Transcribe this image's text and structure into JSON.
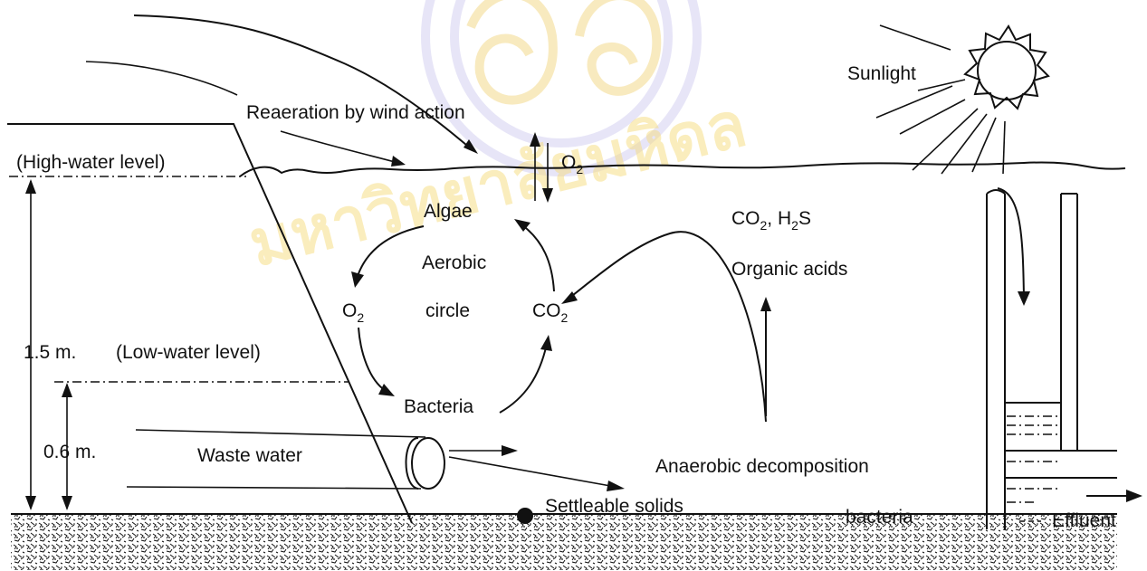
{
  "labels": {
    "reaeration": "Reaeration by wind action",
    "high_water": "(High-water level)",
    "low_water": "(Low-water level)",
    "depth_high": "1.5 m.",
    "depth_low": "0.6 m.",
    "o2_top": "O",
    "o2_top_sub": "2",
    "algae": "Algae",
    "aerobic": "Aerobic",
    "circle": "circle",
    "o2_left": "O",
    "o2_left_sub": "2",
    "co2_mid": "CO",
    "co2_mid_sub": "2",
    "bacteria": "Bacteria",
    "co2_h2s_part1": "CO",
    "co2_h2s_sub1": "2",
    "co2_h2s_part2": ", H",
    "co2_h2s_sub2": "2",
    "co2_h2s_part3": "S",
    "organic_acids": "Organic acids",
    "sunlight": "Sunlight",
    "waste_water": "Waste water",
    "anaerobic": "Anaerobic decomposition",
    "settleable": "Settleable solids",
    "bacteria_bottom": "bacteria",
    "effluent": "Effluent"
  },
  "watermark": {
    "text": "มหาวิทยาลัยมหิดล",
    "color": "#f6dc7e"
  },
  "colors": {
    "ink": "#111111",
    "watermark_gold": "#f3d98a",
    "watermark_blue": "#c9c6ee"
  }
}
